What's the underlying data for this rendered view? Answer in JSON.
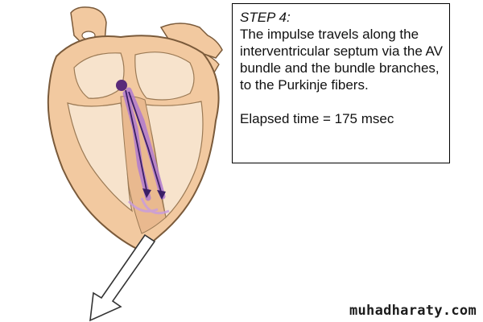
{
  "caption": {
    "step_title": "STEP 4:",
    "description": "The impulse travels along the interventricular septum via the AV bundle and the bundle branches, to the Purkinje fibers.",
    "elapsed_time": "Elapsed time = 175 msec"
  },
  "watermark": "muhadharaty.com",
  "colors": {
    "heart_wall": "#f2c9a0",
    "heart_chamber": "#f7e3cc",
    "heart_outline": "#7a5a3a",
    "conduction_path": "#b07ad0",
    "av_node": "#5a2a7a",
    "arrow_outline": "#333333"
  },
  "icons": {
    "heart": "heart-cross-section-icon",
    "arrow": "down-left-arrow-icon"
  }
}
